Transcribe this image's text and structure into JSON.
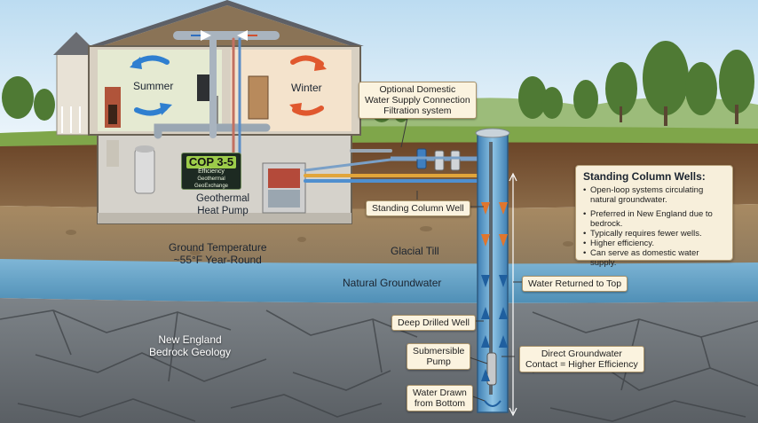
{
  "house": {
    "summer_label": "Summer",
    "winter_label": "Winter",
    "cop_value": "COP 3-5",
    "cop_sub": "Efficiency",
    "cop_brand": "Geothermal GeoExchange",
    "heat_pump_label": [
      "Geothermal",
      "Heat Pump"
    ]
  },
  "callouts": {
    "domestic": [
      "Optional Domestic",
      "Water Supply Connection",
      "Filtration system"
    ],
    "standing_column": "Standing Column Well",
    "water_returned": "Water Returned to Top",
    "deep_drilled": "Deep Drilled Well",
    "submersible": [
      "Submersible",
      "Pump"
    ],
    "direct_contact": [
      "Direct Groundwater",
      "Contact = Higher Efficiency"
    ],
    "water_drawn": [
      "Water Drawn",
      "from Bottom"
    ]
  },
  "layers": {
    "ground_temp": [
      "Ground Temperature",
      "~55°F Year-Round"
    ],
    "glacial_till": "Glacial Till",
    "groundwater": "Natural Groundwater",
    "bedrock": [
      "New England",
      "Bedrock Geology"
    ]
  },
  "panel": {
    "title": "Standing Column Wells:",
    "bullets": [
      "Open-loop systems circulating natural groundwater.",
      "Preferred in New England due to bedrock.",
      "Typically requires fewer wells.",
      "Higher efficiency.",
      "Can serve as domestic water supply."
    ]
  },
  "colors": {
    "sky_top": "#cfe6f5",
    "grass": "#7fa64a",
    "topsoil": "#5a3a22",
    "till": "#9a7a55",
    "groundwater": "#6aa6c8",
    "bedrock": "#6f7479",
    "warm_arrow": "#e0582e",
    "cool_arrow": "#2f7fd0"
  }
}
